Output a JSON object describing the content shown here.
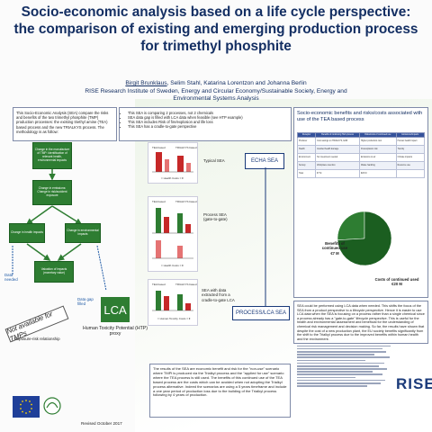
{
  "title": "Socio-economic analysis based on a life cycle perspective: the comparison of existing and emerging production process for trimethyl phosphite",
  "authors": {
    "first": "Birgit Brunklaus",
    "rest": ", Selim Stahl, Katarina Lorentzon and Johanna Berlin",
    "institute": "RISE Research Institute of Sweden, Energy and Circular Economy/Sustainable Society, Energy and Environmental Systems Analysis"
  },
  "intro": "This Socio-Economic Analysis (SEA) compare the risks and benefits of the two trimethyl phosphite (TMP) production processes: the existing triethyl amine (TEA) based process and the new TRIALKYS process. The methodology is as follow:",
  "bullets": [
    "This SEA is comparing 2 processes, not 2 chemicals",
    "SEA data gap is filled with LCA data when feasible (see HTP example)",
    "This SEA includes Risk of fire/explosion and life loss",
    "This SEA has a cradle-to-gate perspective"
  ],
  "flowchart": {
    "node1": "Change in the manufacture of TMP: Identification of relevant health, environmental impacts",
    "node2": "Change in emissions: Change in risk/accident exposure",
    "node3": "Change in health impacts",
    "node4": "Change in environmental impacts",
    "node5": "Valuation of impacts (monetary value)",
    "data_needed": "Data needed",
    "not_available": "Not available for TMPs",
    "data_gap": "Data gap filled",
    "exposure": "Exposure-risk relationship"
  },
  "lca": {
    "box": "LCA",
    "htp": "Human Toxicity Potential (HTP) proxy"
  },
  "charts": {
    "typical_sea": "Typical SEA",
    "process_sea": "Process SEA (gate-to-gate)",
    "lca_sea": "SEA with data extracted from a cradle-to-gate LCA",
    "tea": "TEA based",
    "trialkys": "TRIALKYS based",
    "health_cost": "= Health Costs = €",
    "human_tox": "= Human Toxicity Costs = €"
  },
  "echa": "ECHA SEA",
  "process_lca": "PROCESS/LCA SEA",
  "right_heading": "Socio-economic benefits and risks/costs associated with use of the TEA based process",
  "table": {
    "headers": [
      "Receptor",
      "Benefits of continuing TEA process",
      "Risks/costs of continued use",
      "Emissions/impacts"
    ],
    "rows": [
      [
        "Producer",
        "Cost savings on TRIALKYS, EUR",
        "Higher production cost",
        "Human health impact"
      ],
      [
        "Health",
        "Avoided health damage",
        "Fire/explosion risk",
        "Toxicity"
      ],
      [
        "Environment",
        "No investment needed",
        "Emissions to air",
        "Climate impacts"
      ],
      [
        "Society",
        "Workplace retention",
        "Waste handling",
        "Resource use"
      ],
      [
        "Total",
        "€7 M",
        "€20 M",
        ""
      ]
    ]
  },
  "pie": {
    "benefits": "Benefits of continued use\n€7 M",
    "costs": "Costs of continued used\n€20 M",
    "benefits_value": 7,
    "costs_value": 20,
    "benefits_color": "#2e7d32",
    "costs_color": "#1b5e20"
  },
  "results_text": "The results of the SEA are economic benefit and risk for the \"non-use\" scenario where TMPi is produced via the Trialkyl process and the \"applied for use\" scenario where the TEA process is still used. The benefits of this continued use of the TEA based process are the costs which can be avoided when not adopting the Trialkyl process alternative. Indeed the scenarios are using a 5 years timeframe and include a one year period of production loss due to the building of the Trialkyl process following by 4 years of production.",
  "conclusion_text": "SEA could be performed using LCA data when needed. This shifts the focus of the SEA from a product perspective to a lifecycle perspective. Hence it is easier to use LCA data when the SEA is focusing on a process rather than a single chemical since a process already has a \"gate-to-gate\" lifecycle perspective. This is useful for the health and environmental assessment and beneficial for the understanding of chemical risk management and decision making. So far, the results have shown that despite the cost of a new production plant, the EU society benefits significantly from the shift to the Trialkyl process due to the improved benefits within human health and the environment.",
  "revised": "Revised October 2017",
  "rise_logo": "RISE"
}
